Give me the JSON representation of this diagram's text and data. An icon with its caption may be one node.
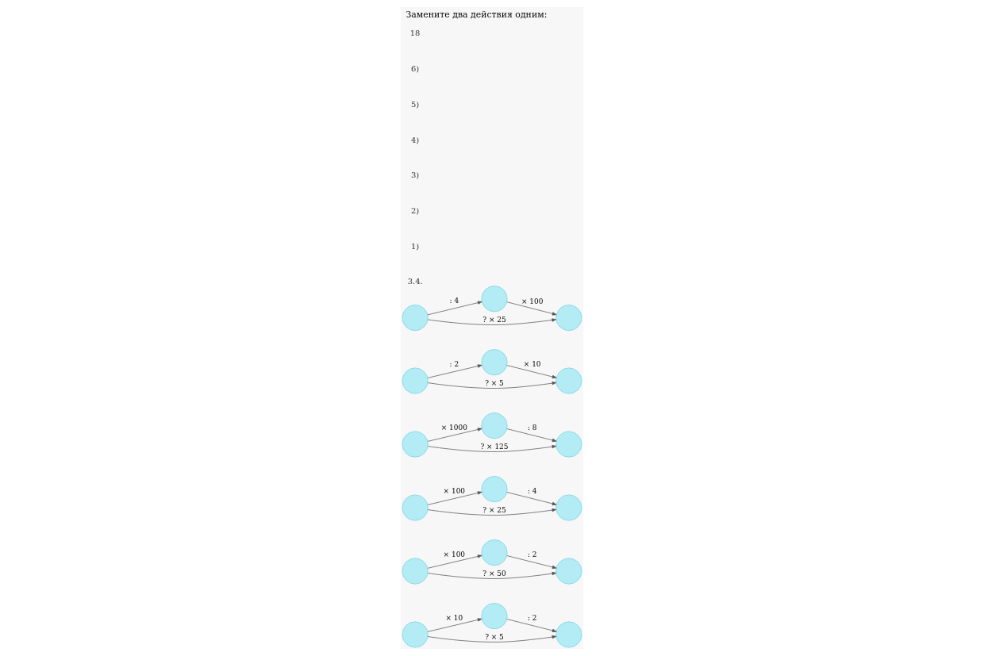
{
  "diagram": {
    "title": "Замените два действия одним:",
    "nodes": [
      {
        "text": [],
        "shape": "circle"
      },
      {
        "text": [],
        "shape": "circle"
      },
      {
        "text": [],
        "shape": "circle"
      },
      {
        "text": [],
        "shape": "circle"
      },
      {
        "text": [],
        "shape": "circle"
      },
      {
        "text": [],
        "shape": "circle"
      },
      {
        "text": [],
        "shape": "circle"
      },
      {
        "text": [],
        "shape": "circle"
      },
      {
        "text": [],
        "shape": "circle"
      },
      {
        "text": [],
        "shape": "circle"
      },
      {
        "text": [],
        "shape": "circle"
      },
      {
        "text": [],
        "shape": "circle"
      },
      {
        "text": [],
        "shape": "circle"
      },
      {
        "text": [],
        "shape": "circle"
      },
      {
        "text": [],
        "shape": "circle"
      },
      {
        "text": [],
        "shape": "circle"
      },
      {
        "text": [],
        "shape": "circle"
      },
      {
        "text": [],
        "shape": "circle"
      }
    ],
    "edges": [
      {
        "from": 0,
        "to": 1,
        "arrow": "to",
        "label": "× 10"
      },
      {
        "from": 1,
        "to": 2,
        "arrow": "to",
        "label": ": 2"
      },
      {
        "from": 0,
        "to": 2,
        "arrow": "to",
        "label": "? × 5"
      },
      {
        "from": 3,
        "to": 4,
        "arrow": "to",
        "label": "× 100"
      },
      {
        "from": 4,
        "to": 5,
        "arrow": "to",
        "label": ": 2"
      },
      {
        "from": 3,
        "to": 5,
        "arrow": "to",
        "label": "? × 50"
      },
      {
        "from": 6,
        "to": 7,
        "arrow": "to",
        "label": "× 100"
      },
      {
        "from": 7,
        "to": 8,
        "arrow": "to",
        "label": ": 4"
      },
      {
        "from": 6,
        "to": 8,
        "arrow": "to",
        "label": "? × 25"
      },
      {
        "from": 9,
        "to": 10,
        "arrow": "to",
        "label": "× 1000"
      },
      {
        "from": 10,
        "to": 11,
        "arrow": "to",
        "label": ": 8"
      },
      {
        "from": 9,
        "to": 11,
        "arrow": "to",
        "label": "? × 125"
      },
      {
        "from": 12,
        "to": 13,
        "arrow": "to",
        "label": ": 2"
      },
      {
        "from": 13,
        "to": 14,
        "arrow": "to",
        "label": "× 10"
      },
      {
        "from": 12,
        "to": 14,
        "arrow": "to",
        "label": "? × 5"
      },
      {
        "from": 15,
        "to": 16,
        "arrow": "to",
        "label": ": 4"
      },
      {
        "from": 16,
        "to": 17,
        "arrow": "to",
        "label": "× 100"
      },
      {
        "from": 15,
        "to": 17,
        "arrow": "to",
        "label": "? × 25"
      }
    ],
    "labels": [
      "3.4.",
      "1)",
      "2)",
      "3)",
      "4)",
      "5)",
      "6)",
      "18"
    ]
  }
}
